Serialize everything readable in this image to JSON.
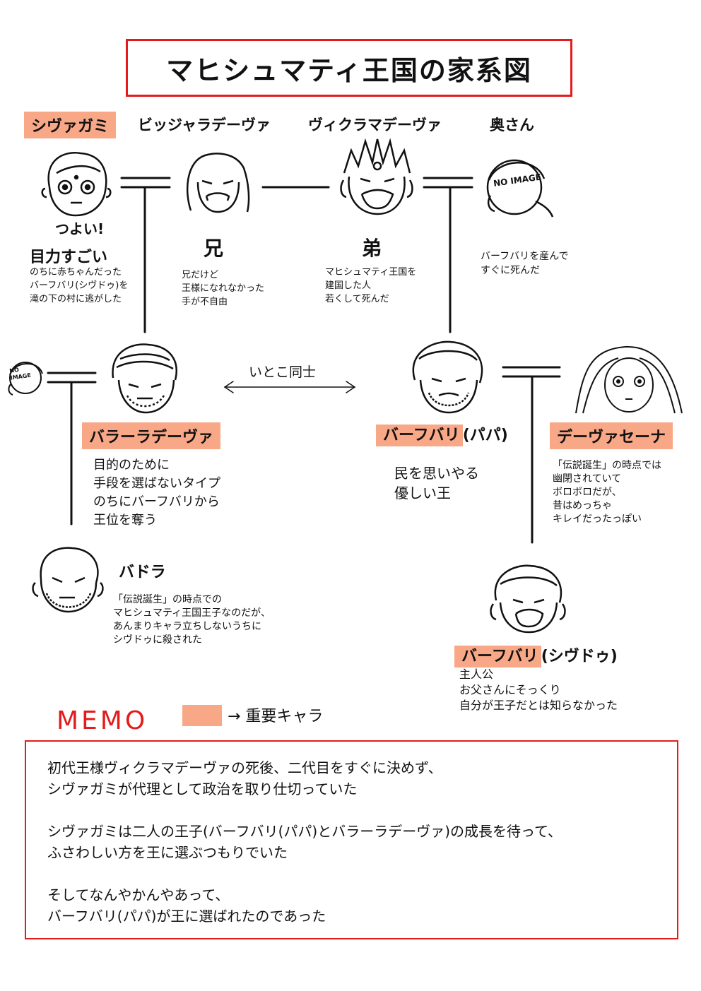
{
  "title": "マヒシュマティ王国の家系図",
  "highlight_color": "#f8a787",
  "accent_color": "#e41b1b",
  "top_row": {
    "sivagami": {
      "name": "シヴァガミ",
      "catchphrase": "つよい!",
      "tagline": "目力すごい",
      "desc": "のちに赤ちゃんだった\nバーフバリ(シヴドゥ)を\n滝の下の村に逃がした"
    },
    "bijjala": {
      "name": "ビッジャラデーヴァ",
      "relation": "兄",
      "desc": "兄だけど\n王様になれなかった\n手が不自由"
    },
    "vikrama": {
      "name": "ヴィクラマデーヴァ",
      "relation": "弟",
      "desc": "マヒシュマティ王国を\n建国した人\n若くして死んだ"
    },
    "wife": {
      "name": "奥さん",
      "no_image": "NO IMAGE",
      "desc": "バーフバリを産んで\nすぐに死んだ"
    }
  },
  "middle_row": {
    "cousins_label": "いとこ同士",
    "left_no_image": "NO IMAGE",
    "bhalla": {
      "name": "バラーラデーヴァ",
      "desc": "目的のために\n手段を選ばないタイプ\nのちにバーフバリから\n王位を奪う"
    },
    "baahu_papa": {
      "name_highlight": "バーフバリ",
      "name_suffix": "(パパ)",
      "desc": "民を思いやる\n優しい王"
    },
    "devasena": {
      "name": "デーヴァセーナ",
      "desc": "「伝説誕生」の時点では\n幽閉されていて\nボロボロだが、\n昔はめっちゃ\nキレイだったっぽい"
    }
  },
  "bottom_row": {
    "bhadra": {
      "name": "バドラ",
      "desc": "「伝説誕生」の時点での\nマヒシュマティ王国王子なのだが、\nあんまりキャラ立ちしないうちに\nシヴドゥに殺された"
    },
    "shivudu": {
      "name_highlight": "バーフバリ",
      "name_suffix": "(シヴドゥ)",
      "desc": "主人公\nお父さんにそっくり\n自分が王子だとは知らなかった"
    }
  },
  "memo": {
    "title": "MEMO",
    "legend": "→ 重要キャラ",
    "text": "初代王様ヴィクラマデーヴァの死後、二代目をすぐに決めず、\nシヴァガミが代理として政治を取り仕切っていた\n\nシヴァガミは二人の王子(バーフバリ(パパ)とバラーラデーヴァ)の成長を待って、\nふさわしい方を王に選ぶつもりでいた\n\nそしてなんやかんやあって、\nバーフバリ(パパ)が王に選ばれたのであった"
  }
}
